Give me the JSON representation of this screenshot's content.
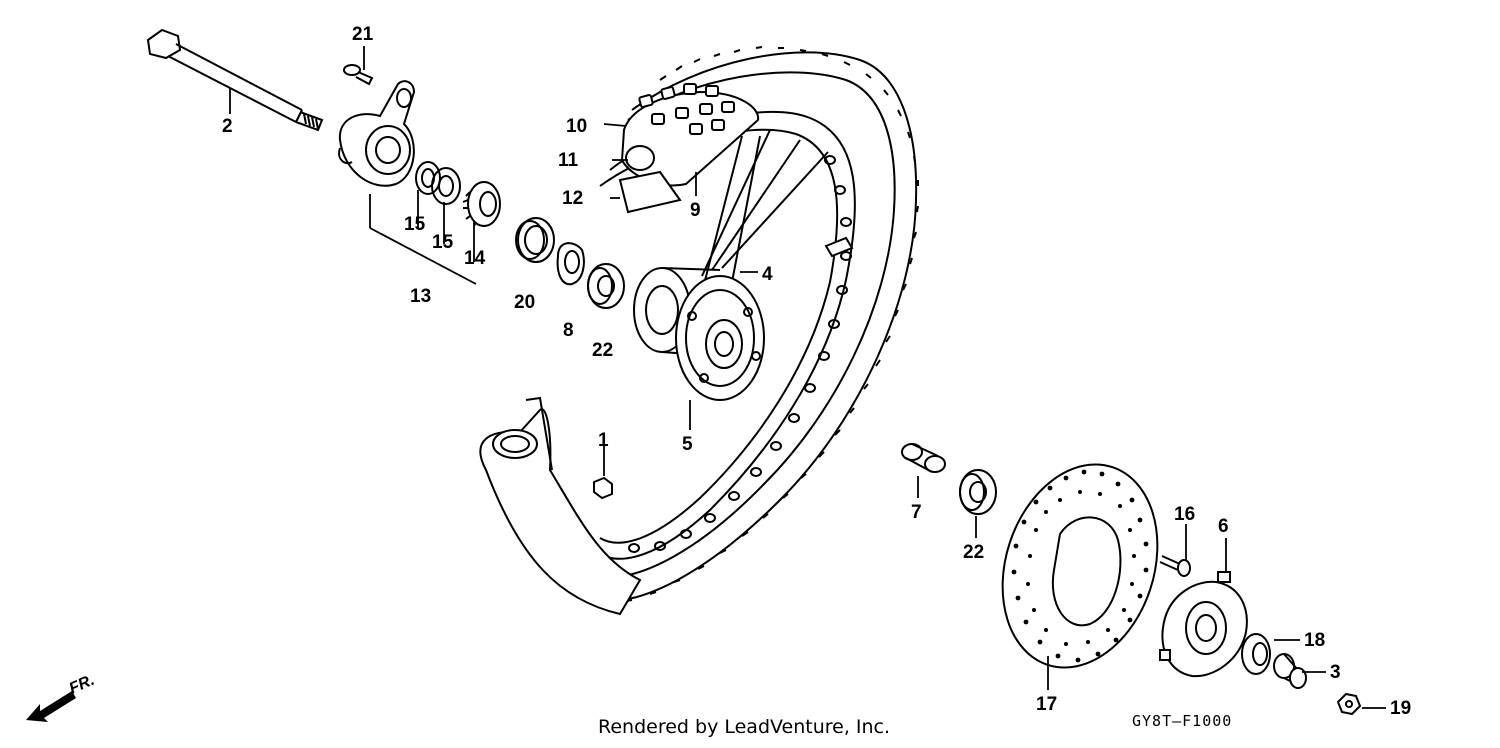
{
  "callouts": [
    {
      "id": "c1",
      "text": "1"
    },
    {
      "id": "c2",
      "text": "2"
    },
    {
      "id": "c3",
      "text": "3"
    },
    {
      "id": "c4",
      "text": "4"
    },
    {
      "id": "c5",
      "text": "5"
    },
    {
      "id": "c6",
      "text": "6"
    },
    {
      "id": "c7",
      "text": "7"
    },
    {
      "id": "c8",
      "text": "8"
    },
    {
      "id": "c9",
      "text": "9"
    },
    {
      "id": "c10",
      "text": "10"
    },
    {
      "id": "c11",
      "text": "11"
    },
    {
      "id": "c12",
      "text": "12"
    },
    {
      "id": "c13",
      "text": "13"
    },
    {
      "id": "c14",
      "text": "14"
    },
    {
      "id": "c15a",
      "text": "15"
    },
    {
      "id": "c15b",
      "text": "15"
    },
    {
      "id": "c16",
      "text": "16"
    },
    {
      "id": "c17",
      "text": "17"
    },
    {
      "id": "c18",
      "text": "18"
    },
    {
      "id": "c19",
      "text": "19"
    },
    {
      "id": "c20",
      "text": "20"
    },
    {
      "id": "c21",
      "text": "21"
    },
    {
      "id": "c22a",
      "text": "22"
    },
    {
      "id": "c22b",
      "text": "22"
    }
  ],
  "footer": "Rendered by LeadVenture, Inc.",
  "diagram_code": "GY8T–F1000",
  "direction_label": "FR."
}
